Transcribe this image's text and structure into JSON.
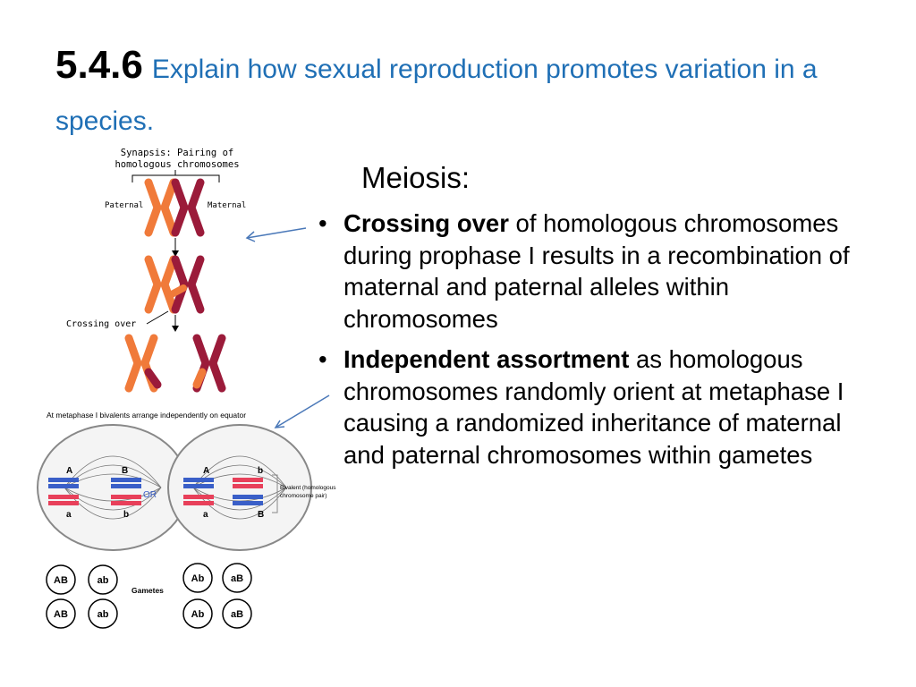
{
  "slide": {
    "number": "5.4.6",
    "title": "Explain how sexual reproduction promotes variation in a species.",
    "subtitle": "Meiosis:",
    "bullets": [
      {
        "bold": "Crossing over",
        "text": " of homologous chromosomes during prophase I results in a recombination of maternal and paternal alleles within chromosomes"
      },
      {
        "bold": "Independent assortment",
        "text": " as homologous chromosomes randomly orient at metaphase I causing a randomized inheritance of maternal and paternal chromosomes within gametes"
      }
    ]
  },
  "crossing_diagram": {
    "synapsis_label_1": "Synapsis: Pairing of",
    "synapsis_label_2": "homologous chromosomes",
    "paternal": "Paternal",
    "maternal": "Maternal",
    "crossing_over": "Crossing over"
  },
  "assortment_diagram": {
    "heading": "At metaphase I bivalents arrange independently on equator",
    "or": "OR",
    "bivalent_1": "Bivalent (homologous",
    "bivalent_2": "chromosome pair)",
    "gametes": "Gametes",
    "cell1_top": [
      "A",
      "B"
    ],
    "cell1_bottom": [
      "a",
      "b"
    ],
    "cell2_top": [
      "A",
      "b"
    ],
    "cell2_bottom": [
      "a",
      "B"
    ],
    "gametes_left": [
      "AB",
      "ab",
      "AB",
      "ab"
    ],
    "gametes_right": [
      "Ab",
      "aB",
      "Ab",
      "aB"
    ]
  },
  "colors": {
    "title_blue": "#1f6fb5",
    "paternal": "#f07a3a",
    "maternal": "#9b1b3a",
    "chrom_blue": "#3a5fc8",
    "chrom_red": "#e8405a",
    "arrow": "#4a78b8"
  }
}
